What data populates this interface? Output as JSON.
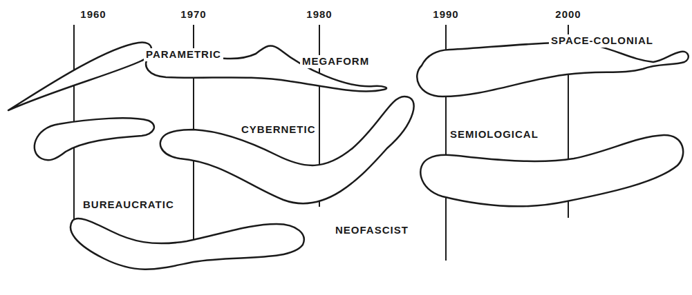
{
  "diagram": {
    "labels": [
      "1960",
      "1970",
      "1980",
      "1990",
      "2000",
      "PARAMETRIC",
      "MEGAFORM",
      "SPACE-COLONIAL",
      "CYBERNETIC",
      "SEMIOLOGICAL",
      "BUREAUCRATIC",
      "NEOFASCIST"
    ]
  }
}
